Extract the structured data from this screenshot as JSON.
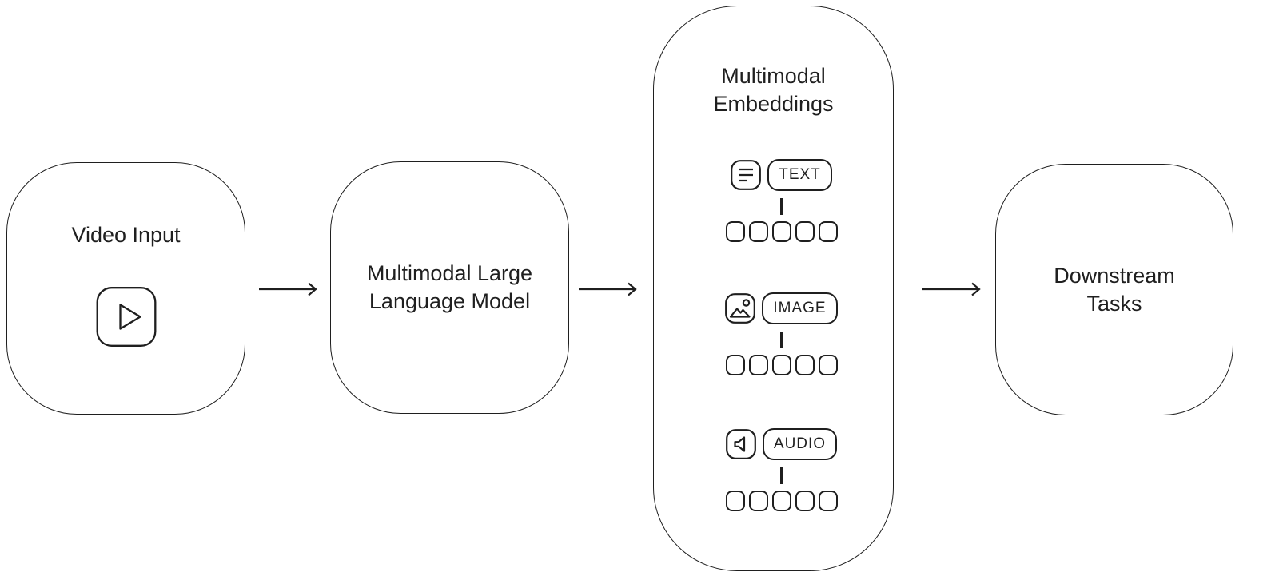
{
  "colors": {
    "background": "#ffffff",
    "stroke": "#1f1f1f",
    "text": "#1f1f1f"
  },
  "nodes": {
    "video_input": {
      "label": "Video Input",
      "icon": "play-icon"
    },
    "mllm": {
      "label": "Multimodal Large\nLanguage Model"
    },
    "embeddings": {
      "title": "Multimodal\nEmbeddings",
      "modalities": [
        {
          "label": "TEXT",
          "icon": "text-lines-icon",
          "token_count": 5
        },
        {
          "label": "IMAGE",
          "icon": "image-icon",
          "token_count": 5
        },
        {
          "label": "AUDIO",
          "icon": "speaker-icon",
          "token_count": 5
        }
      ]
    },
    "downstream": {
      "label": "Downstream\nTasks"
    }
  }
}
